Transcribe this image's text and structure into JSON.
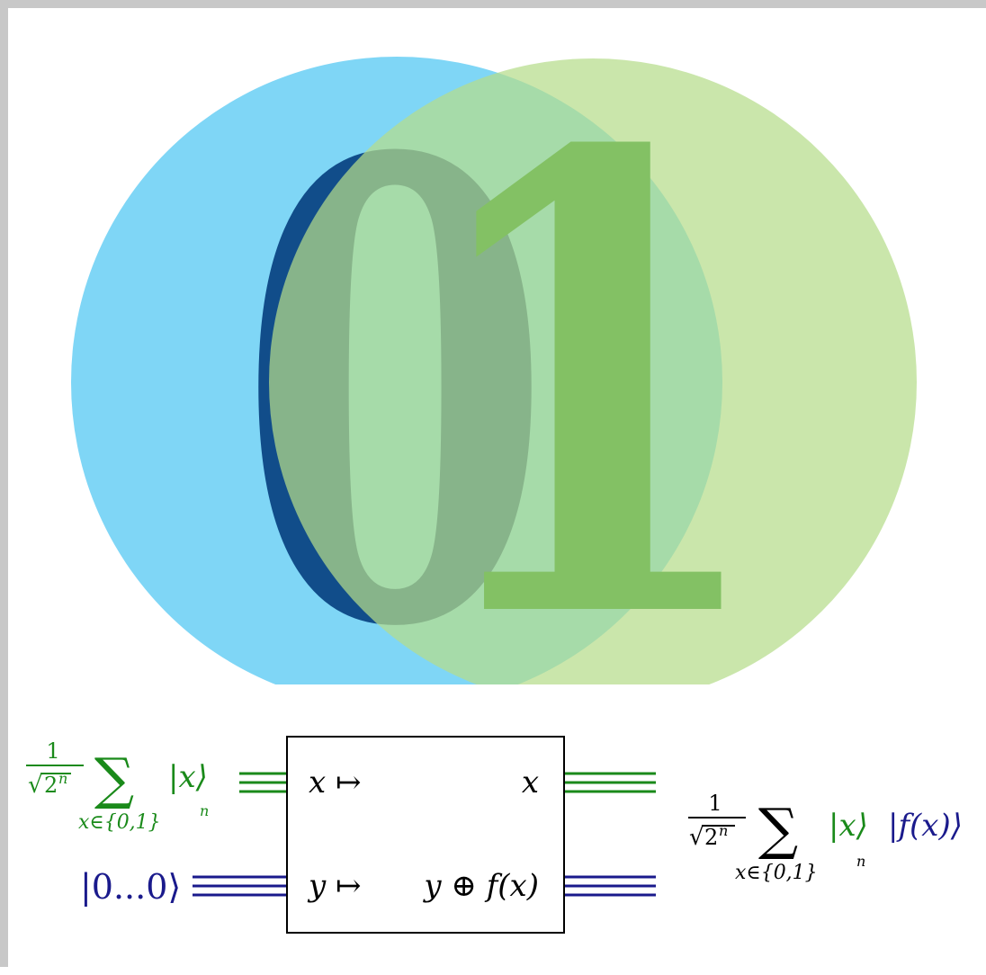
{
  "logo": {
    "digit_zero": "0",
    "digit_one": "1",
    "colors": {
      "left_circle": "#7fd6f6",
      "right_circle": "#bfe29a",
      "zero_glyph": "#114d8a",
      "one_glyph": "#007a00"
    }
  },
  "circuit": {
    "input_top": {
      "frac_num": "1",
      "frac_den": "2",
      "frac_den_exp": "n",
      "sum": "∑",
      "ket": "|x⟩",
      "subscript": "x∈{0,1}",
      "subscript_exp": "n",
      "color": "#1a8a1a"
    },
    "input_bottom": {
      "ket": "|0...0⟩",
      "color": "#1a1a8c"
    },
    "box": {
      "top_left": "x ↦",
      "top_right": "x",
      "bottom_left": "y ↦",
      "bottom_right": "y ⊕ f(x)"
    },
    "output": {
      "frac_num": "1",
      "frac_den": "2",
      "frac_den_exp": "n",
      "sum": "∑",
      "ket_x": "|x⟩",
      "ket_fx": "|f(x)⟩",
      "subscript": "x∈{0,1}",
      "subscript_exp": "n"
    },
    "wire_colors": {
      "top": "#1a8a1a",
      "bottom": "#1a1a8c"
    }
  }
}
